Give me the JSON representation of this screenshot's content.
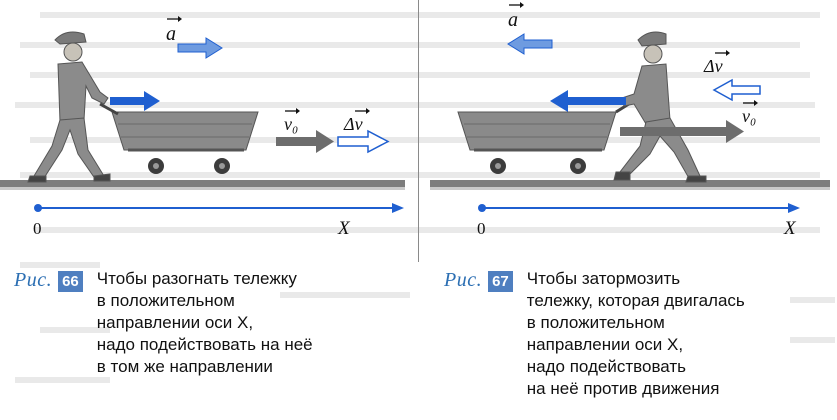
{
  "figures": [
    {
      "number_label": "Рис.",
      "number": "66",
      "caption_lines": [
        "Чтобы разогнать тележку",
        "в положительном",
        "направлении оси X,",
        "надо подействовать на неё",
        "в том же направлении"
      ],
      "vectors": {
        "a": "a",
        "v0": "v₀",
        "dv": "Δv"
      },
      "axis": {
        "origin": "0",
        "label": "X"
      }
    },
    {
      "number_label": "Рис.",
      "number": "67",
      "caption_lines": [
        "Чтобы затормозить",
        "тележку, которая двигалась",
        "в положительном",
        "направлении оси X,",
        "надо подействовать",
        "на неё против движения"
      ],
      "vectors": {
        "a": "a",
        "v0": "v₀",
        "dv": "Δv"
      },
      "axis": {
        "origin": "0",
        "label": "X"
      }
    }
  ],
  "colors": {
    "accent_blue": "#2f6fc8",
    "force_arrow": "#1f5fd0",
    "gray_arrow": "#6d6d6d",
    "ground": "#7d7d7d",
    "badge_bg": "#4f7fc0"
  }
}
